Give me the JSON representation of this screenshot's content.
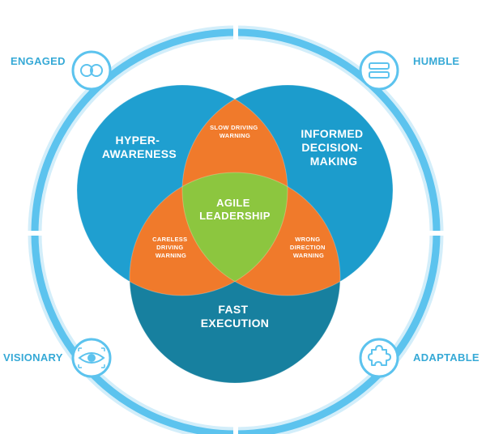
{
  "corners": {
    "top_left": {
      "label": "ENGAGED",
      "icon": "linked-rings-icon"
    },
    "top_right": {
      "label": "HUMBLE",
      "icon": "equals-icon"
    },
    "bottom_left": {
      "label": "VISIONARY",
      "icon": "eye-icon"
    },
    "bottom_right": {
      "label": "ADAPTABLE",
      "icon": "puzzle-piece-icon"
    }
  },
  "circles": {
    "left": {
      "line1": "HYPER-",
      "line2": "AWARENESS"
    },
    "right": {
      "line1": "INFORMED",
      "line2": "DECISION-",
      "line3": "MAKING"
    },
    "bottom": {
      "line1": "FAST",
      "line2": "EXECUTION"
    }
  },
  "overlaps": {
    "top": {
      "line1": "SLOW DRIVING",
      "line2": "WARNING"
    },
    "left": {
      "line1": "CARELESS",
      "line2": "DRIVING",
      "line3": "WARNING"
    },
    "right": {
      "line1": "WRONG",
      "line2": "DIRECTION",
      "line3": "WARNING"
    }
  },
  "center": {
    "line1": "AGILE",
    "line2": "LEADERSHIP"
  },
  "colors": {
    "ring": "#5cc3ee",
    "circle_left": "#1f9fd0",
    "circle_right": "#1c9ccc",
    "circle_bottom": "#17809f",
    "overlap": "#f07a2b",
    "center": "#8cc63f",
    "label": "#36a9d6"
  }
}
